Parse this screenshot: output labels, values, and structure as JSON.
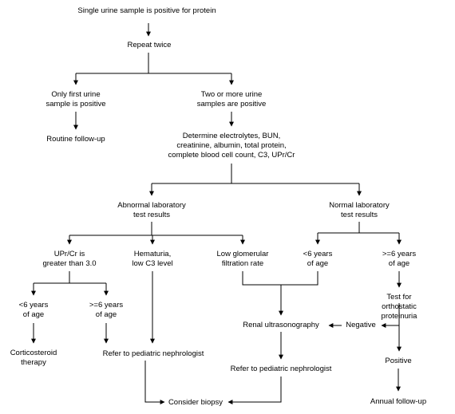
{
  "colors": {
    "line": "#000000",
    "text": "#000000",
    "background": "#ffffff"
  },
  "nodes": {
    "start": "Single urine sample is positive for protein",
    "repeat": "Repeat twice",
    "only_first": "Only first urine\nsample is positive",
    "two_or_more": "Two or more urine\nsamples are positive",
    "routine": "Routine follow-up",
    "determine": "Determine electrolytes, BUN,\ncreatinine, albumin, total protein,\ncomplete blood cell count, C3, UPr/Cr",
    "abnormal": "Abnormal laboratory\ntest results",
    "normal": "Normal laboratory\ntest results",
    "upr_cr": "UPr/Cr is\ngreater than 3.0",
    "hematuria": "Hematuria,\nlow C3 level",
    "low_gfr": "Low glomerular\nfiltration rate",
    "normal_lt6": "<6 years\nof age",
    "normal_ge6": ">=6 years\nof age",
    "upr_lt6": "<6 years\nof age",
    "upr_ge6": ">=6 years\nof age",
    "orthostatic": "Test for orthostatic proteinuria",
    "steroid": "Corticosteroid\ntherapy",
    "refer_left": "Refer to pediatric nephrologist",
    "renal_us": "Renal ultrasonography",
    "negative": "Negative",
    "refer_mid": "Refer to pediatric nephrologist",
    "positive": "Positive",
    "biopsy": "Consider biopsy",
    "annual": "Annual follow-up"
  }
}
